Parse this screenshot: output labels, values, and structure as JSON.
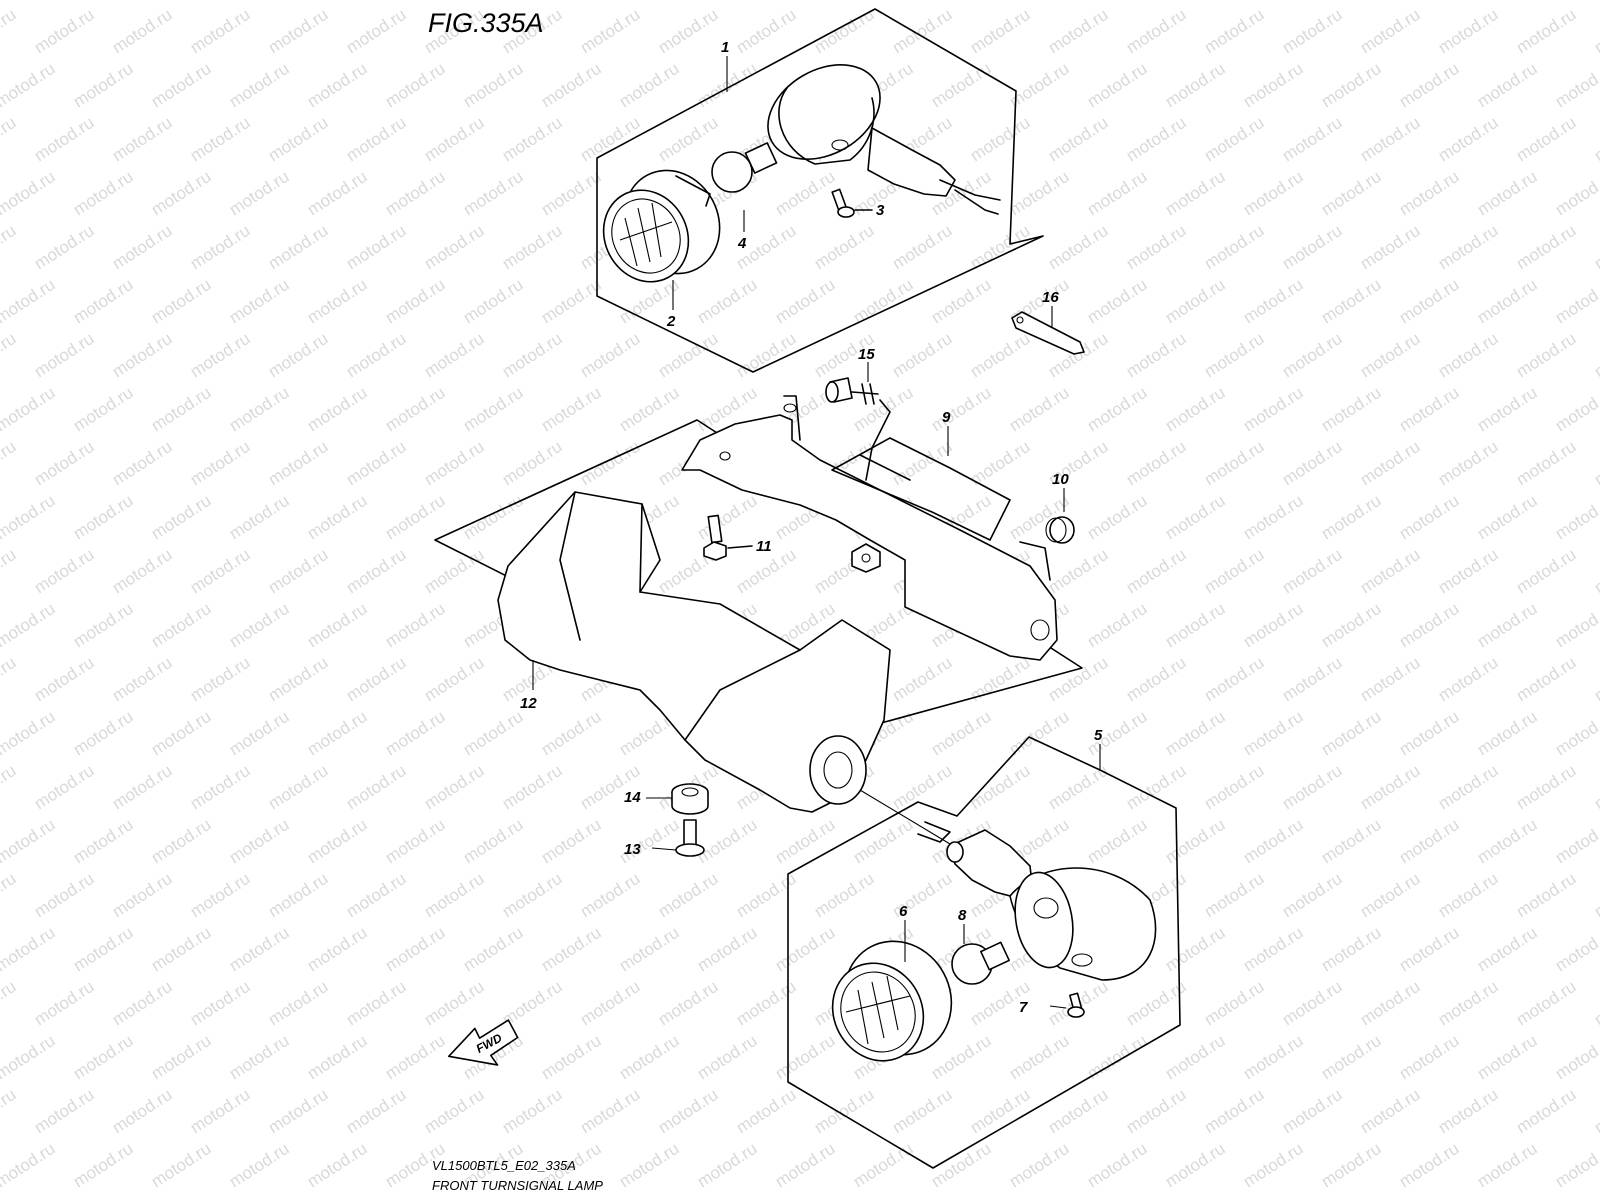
{
  "figure": {
    "title": "FIG.335A",
    "model_code": "VL1500BTL5_E02_335A",
    "caption": "FRONT TURNSIGNAL LAMP"
  },
  "watermark": {
    "text": "motod.ru",
    "color": "#d9d9d9"
  },
  "direction_arrow": {
    "label": "FWD"
  },
  "callouts": [
    {
      "id": "callout-1",
      "label": "1"
    },
    {
      "id": "callout-2",
      "label": "2"
    },
    {
      "id": "callout-3",
      "label": "3"
    },
    {
      "id": "callout-4",
      "label": "4"
    },
    {
      "id": "callout-5",
      "label": "5"
    },
    {
      "id": "callout-6",
      "label": "6"
    },
    {
      "id": "callout-7",
      "label": "7"
    },
    {
      "id": "callout-8",
      "label": "8"
    },
    {
      "id": "callout-9",
      "label": "9"
    },
    {
      "id": "callout-10",
      "label": "10"
    },
    {
      "id": "callout-11",
      "label": "11"
    },
    {
      "id": "callout-12",
      "label": "12"
    },
    {
      "id": "callout-13",
      "label": "13"
    },
    {
      "id": "callout-14",
      "label": "14"
    },
    {
      "id": "callout-15",
      "label": "15"
    },
    {
      "id": "callout-16",
      "label": "16"
    }
  ]
}
